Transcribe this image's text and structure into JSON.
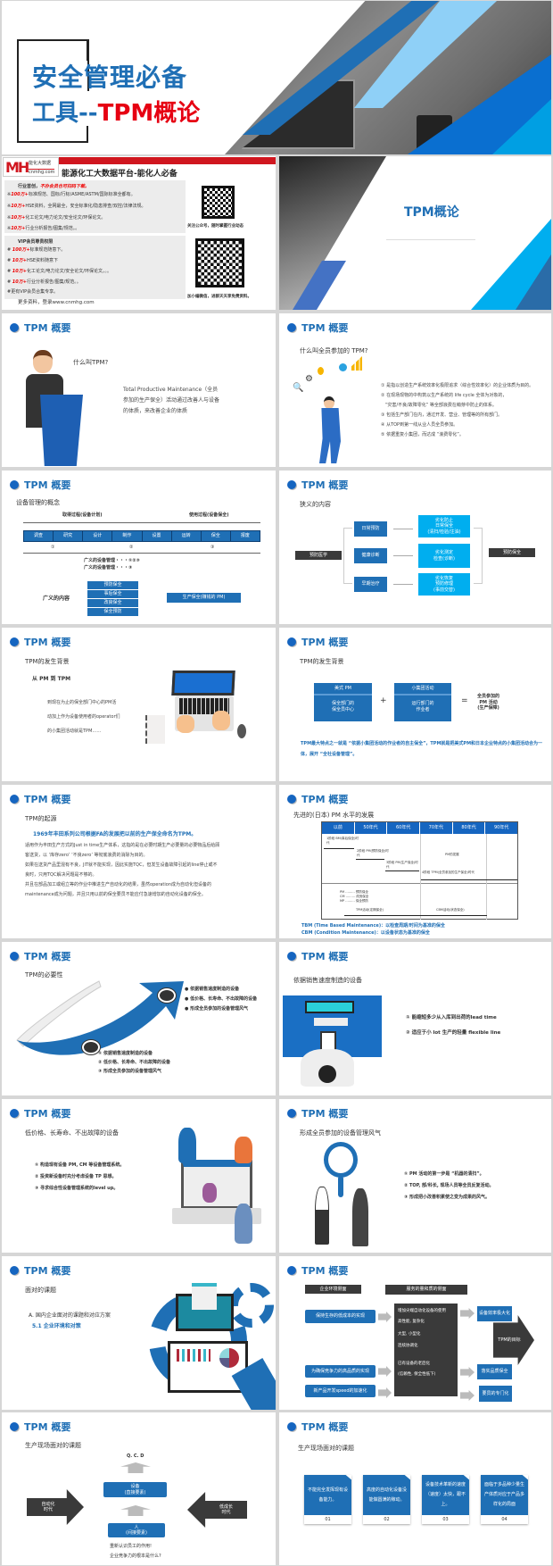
{
  "title_slide": {
    "line1": "安全管理必备",
    "line2_blue": "工具--",
    "line2_red": "TPM概论"
  },
  "info_panel": {
    "logo_text": "能化大数据",
    "logo_url": "cnmhg.com",
    "platform": "能源化工大数据平台-能化人必备",
    "section1_title": "行业首创，",
    "section1_title_red": "不办会员也可扫码下载。",
    "section1_items": [
      {
        "num": "100万+",
        "text": "标准规范、国标/行标/ASME/ASTM/国际标准全都有。"
      },
      {
        "num": "10万+",
        "text": "HSE资料，全网最全，安全标准化/隐患排查/双控/法律法规。"
      },
      {
        "num": "10万+",
        "text": "化工论文/电力论文/安全论文/环保论文。"
      },
      {
        "num": "10万+",
        "text": "行业分析报告/图集/规范。。"
      }
    ],
    "section2_title": "VIP会员尊贵权限",
    "section2_items": [
      {
        "num": "100万+",
        "text": "标准规范随意下。"
      },
      {
        "num": "10万+",
        "text": "HSE资料随意下"
      },
      {
        "num": "10万+",
        "text": "化工论文/电力论文/安全论文/环保论文。。。"
      },
      {
        "num": "10万+",
        "text": "行业分析报告/图集/规范。。"
      }
    ],
    "section2_extra": "#更有VIP会员合集专享。",
    "more": "更多资料，登录www.cnmhg.com",
    "qr1_caption": "关注公众号，随时掌握行业动态",
    "qr2_caption": "加小编微信，进群天天享免费资料。"
  },
  "cover": {
    "title": "TPM概论"
  },
  "header": "TPM 概要",
  "s1": {
    "question": "什么叫TPM?",
    "desc": "Total Productive Maintenance（全员参加的生产保全）活动通过改善人与设备的体质，来改善企业的体质"
  },
  "s2": {
    "question": "什么叫全员参加的 TPM?",
    "items": [
      "① 是指以创造生产系统效率化极限追求（综合性效率化）的企业体质为目的。",
      "② 在现场现物的中构筑以生产系统的 life cycle 全体为对象的，",
      "   “灾害/不良/故障零化” 等全部浪费在萌芽中防止的体系。",
      "③ 包括生产部门在内，通过开发、营业、管理等的所有部门。",
      "④ 从TOP到第一线从业人员全员参加。",
      "⑤ 依据重复小集团，而达成 “浪费零化”。"
    ]
  },
  "s3": {
    "title": "设备管理的概念",
    "phase1": "取得过程(设备计划)",
    "phase2": "使用过程(设备保全)",
    "steps": [
      "调查",
      "研究",
      "设计",
      "制作",
      "设置",
      "运转",
      "保全",
      "报废"
    ],
    "nums": [
      "①",
      "②",
      "③"
    ],
    "line1": "广义的设备管理・・・①②③",
    "line2": "广义的设备管理・・・③",
    "content_label": "广义的内容",
    "boxes": [
      "预防保全",
      "事后保全",
      "改良保全",
      "保全预防"
    ],
    "result": "生产保全(赚钱的 PM)"
  },
  "s4": {
    "title": "狭义的内容",
    "left": "预防医学",
    "middle": [
      "日常预防",
      "健康诊断",
      "早期治疗"
    ],
    "cyan": [
      [
        "劣化防止",
        "日常保全",
        "(清扫/检验/注油)"
      ],
      [
        "劣化测定",
        "检查(诊断)"
      ],
      [
        "劣化恢复",
        "预防修理",
        "(事前交替)"
      ]
    ],
    "right": "预防保全"
  },
  "s5": {
    "title": "TPM的发生背景",
    "subtitle": "从 PM 到 TPM",
    "lines": [
      "到现在为止的保全部门中心的PM活",
      "动加上作为设备使用者的operator们",
      "的小集团活动就是TPM……"
    ]
  },
  "s6": {
    "title": "TPM的发生背景",
    "box1_head": "美式 PM",
    "box1_body": [
      "保全部门的",
      "保全员中心"
    ],
    "plus": "+",
    "box2_head": "小集团活动",
    "box2_body": [
      "运行部门的",
      "作业者"
    ],
    "equals": "=",
    "result": [
      "全员参加的",
      "PM 活动",
      "(生产保障)"
    ],
    "note": "TPM最大特点之一就是 “依据小集团活动的作业者的自主保全”，TPM就是把美式PM和日本企业特点的小集团活动合为一体，展开 “全社设备管理”。"
  },
  "s7": {
    "title": "TPM的起源",
    "highlight": "1969年丰田系列公司根据FA的发展把以前的生产保全命名为TPM。",
    "lines": [
      "适用作为丰田生产方式的Just in time生产体系，这指的是在必要时期生产必要量的必要物品后给顾",
      "客送货，以 ‘库存zero’ ‘不良zero’ 等彻底浪费的消除为目的。",
      "如果在送货产品里混有不良，JIT就不能实现，因此实施TQC，但发生设备故障引起的line停止或不",
      "良时，只用TQC解决问题是不够的。",
      "并且在部品加工或组立等的作业中推进生产自动化的结果，虽然operation成为自动化但设备的",
      "maintenance成为问题，并且只用以前的保全要员不能应付急速增加的自动化设备的保全。"
    ]
  },
  "s8": {
    "title": "先进的(日本) PM 水平的发展",
    "cols": [
      "以前",
      "50年代",
      "60年代",
      "70年代",
      "80年代",
      "90年代"
    ],
    "stages": [
      "1阶段 BM(事后保全)时代",
      "2阶段 PM(预防保全)时代",
      "3阶段 PM(生产保全)时代",
      "4阶段 TPM(全员参加的生产保全)时代"
    ],
    "pm_label": "PM的发展",
    "legend": [
      "PM ……… 预防保全",
      "CM ……… 改良保全",
      "MP ……… 保全预防"
    ],
    "tbm": "TPM活动(定期保全)",
    "cbm": "CBM活动(状态保全)",
    "note1": "TBM (Time Based Maintenance)：以检查周期/时间为基准的保全",
    "note2": "CBM (Condition Maintenance)：以设备状态为基准的保全"
  },
  "s9": {
    "title": "TPM的必要性",
    "bullets": [
      "依据销售速度制造的设备",
      "低价格、长寿命、不出故障的设备",
      "形成全员参加的设备管理风气"
    ],
    "items": [
      "① 依据销售速度制造的设备",
      "② 低价格、长寿命、不出故障的设备",
      "③ 形成全员参加的设备管理风气"
    ]
  },
  "s10": {
    "title": "依据销售速度制造的设备",
    "items": [
      "① 能缩短多少从入库到出荷的lead  time",
      "② 适应于小 lot 生产的轻量 flexible line"
    ]
  },
  "s11": {
    "title": "低价格、长寿命、不出故障的设备",
    "items": [
      "① 构造现有设备 PM, CM 等设备管理系统。",
      "② 投资新设备时充分考虑设备 TP 思想。",
      "③ 寻求综合性设备管理系统的level up。"
    ]
  },
  "s12": {
    "title": "形成全员参加的设备管理风气",
    "items": [
      "① PM 活动的第一步是 “机器的清扫”。",
      "② TOP, 部/科长, 现场人员等全员反复活动。",
      "③ 形成把小改善积累使之变为成果的风气。"
    ]
  },
  "s13": {
    "title": "面对的课题",
    "line1": "A. 国内企业面对的课题和对应方案",
    "line2": "5.1 企业环境和对策"
  },
  "s14": {
    "head1": "企业环境侧面",
    "head2": "服务的量和质的侧面",
    "left": [
      "保持生存的低成本的实现",
      "为确保竞争力的高品质的实现",
      "新产品开发speed的加速化"
    ],
    "middle": [
      "增加尖端自动化设备的使用",
      "高性能, 复杂化",
      "大型, 小型化",
      "连续协调化",
      "已有设备的老后化",
      "(信赖性, 保全性低下)"
    ],
    "right": [
      "设备效率极大化",
      "落实品质保全",
      "要员的专门化"
    ],
    "goal": "TPM的目标"
  },
  "s15": {
    "title": "生产现场面对的课题",
    "qcd": "Q. C. D",
    "equip": [
      "设备",
      "(直接要素)"
    ],
    "person": [
      "人",
      "(间接要素)"
    ],
    "left_arrow": [
      "自动化",
      "时代"
    ],
    "right_arrow": [
      "低成长",
      "时代"
    ],
    "q1": "重新认识员工的作用!",
    "q2": "企业竞争力的根本是什么?"
  },
  "s16": {
    "title": "生产现场面对的课题",
    "cards": [
      {
        "text": "不能完全发挥现有设备能力。",
        "num": "01"
      },
      {
        "text": "高度的自动化设备没能做圆满的稼动。",
        "num": "02"
      },
      {
        "text": "设备技术革新的速度（速度）太快，跟不上。",
        "num": "03"
      },
      {
        "text": "面临于多品种少量生产体质对应于产品多样化的局面",
        "num": "04"
      }
    ]
  },
  "colors": {
    "brand_blue": "#1f6fb5",
    "cyan": "#00aeef",
    "red": "#e60012",
    "dark": "#3a3a3a"
  }
}
